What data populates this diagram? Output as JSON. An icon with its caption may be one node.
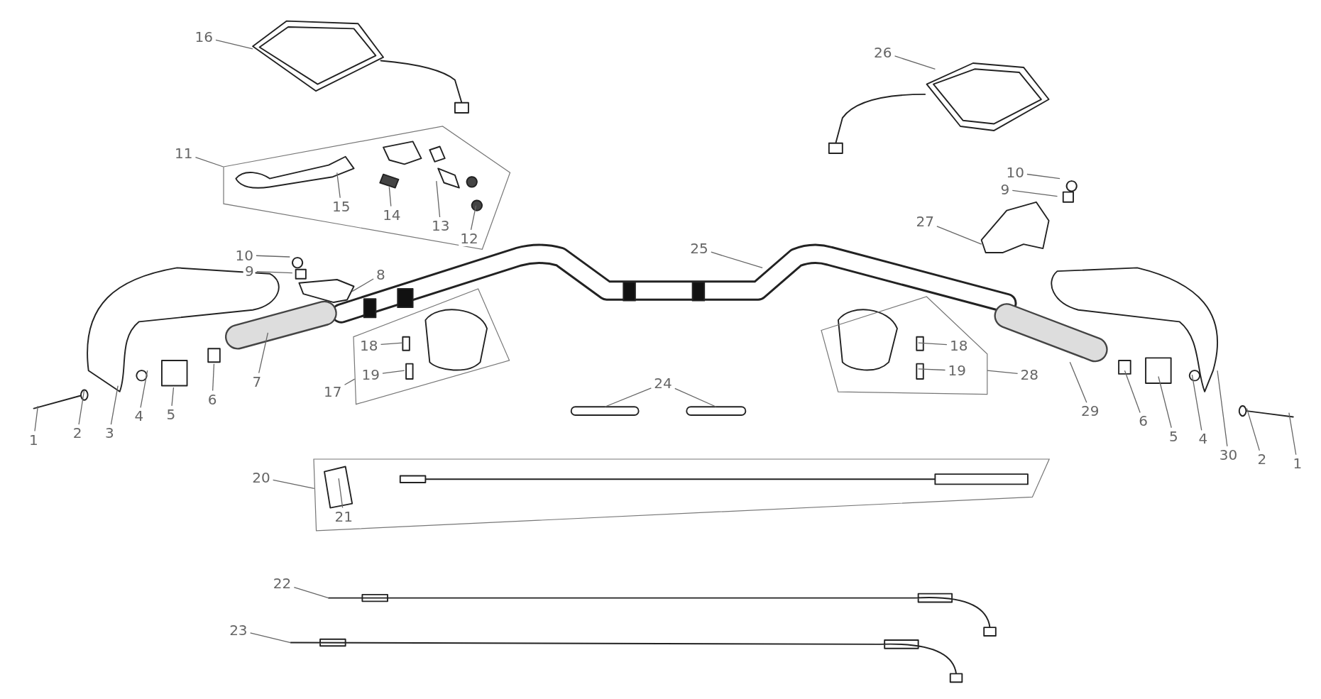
{
  "diagram": {
    "nodes": [
      {
        "text": [
          "16"
        ]
      },
      {
        "text": [
          "26"
        ]
      },
      {
        "text": [],
        "shape": "box"
      },
      {
        "text": [
          "11"
        ]
      },
      {
        "text": [
          "15"
        ],
        "in": 2
      },
      {
        "text": [
          "14"
        ],
        "in": 2
      },
      {
        "text": [
          "13"
        ],
        "in": 2
      },
      {
        "text": [
          "12"
        ],
        "in": 2
      },
      {
        "text": [
          "10"
        ]
      },
      {
        "text": [
          "9"
        ]
      },
      {
        "text": [
          "27"
        ]
      },
      {
        "text": [
          "10"
        ]
      },
      {
        "text": [
          "9"
        ]
      },
      {
        "text": [
          "25"
        ]
      },
      {
        "text": [
          "8"
        ]
      },
      {
        "text": [],
        "shape": "box"
      },
      {
        "text": [
          "18"
        ],
        "in": 15
      },
      {
        "text": [
          "19"
        ],
        "in": 15
      },
      {
        "text": [],
        "shape": "box"
      },
      {
        "text": [
          "18"
        ],
        "in": 18
      },
      {
        "text": [
          "19"
        ],
        "in": 18
      },
      {
        "text": [
          "17"
        ]
      },
      {
        "text": [
          "28"
        ]
      },
      {
        "text": [
          "7"
        ]
      },
      {
        "text": [
          "6"
        ]
      },
      {
        "text": [
          "5"
        ]
      },
      {
        "text": [
          "4"
        ]
      },
      {
        "text": [
          "3"
        ]
      },
      {
        "text": [
          "2"
        ]
      },
      {
        "text": [
          "1"
        ]
      },
      {
        "text": [
          "24"
        ]
      },
      {
        "text": [
          "29"
        ]
      },
      {
        "text": [
          "6"
        ]
      },
      {
        "text": [
          "5"
        ]
      },
      {
        "text": [
          "4"
        ]
      },
      {
        "text": [
          "30"
        ]
      },
      {
        "text": [
          "2"
        ]
      },
      {
        "text": [
          "1"
        ]
      },
      {
        "text": [],
        "shape": "box"
      },
      {
        "text": [
          "20"
        ]
      },
      {
        "text": [
          "21"
        ],
        "in": 38
      },
      {
        "text": [
          "22"
        ]
      },
      {
        "text": [
          "23"
        ]
      }
    ],
    "edges": [
      {
        "from": 0,
        "to": null,
        "arrow": "none"
      },
      {
        "from": 1,
        "to": null,
        "arrow": "none"
      },
      {
        "from": 3,
        "to": 2,
        "arrow": "none"
      },
      {
        "from": 4,
        "to": null,
        "arrow": "none"
      },
      {
        "from": 5,
        "to": null,
        "arrow": "none"
      },
      {
        "from": 6,
        "to": null,
        "arrow": "none"
      },
      {
        "from": 7,
        "to": null,
        "arrow": "none"
      },
      {
        "from": 8,
        "to": null,
        "arrow": "none"
      },
      {
        "from": 9,
        "to": null,
        "arrow": "none"
      },
      {
        "from": 10,
        "to": null,
        "arrow": "none"
      },
      {
        "from": 11,
        "to": null,
        "arrow": "none"
      },
      {
        "from": 12,
        "to": null,
        "arrow": "none"
      },
      {
        "from": 13,
        "to": null,
        "arrow": "none"
      },
      {
        "from": 14,
        "to": null,
        "arrow": "none"
      },
      {
        "from": 16,
        "to": null,
        "arrow": "none"
      },
      {
        "from": 17,
        "to": null,
        "arrow": "none"
      },
      {
        "from": 19,
        "to": null,
        "arrow": "none"
      },
      {
        "from": 20,
        "to": null,
        "arrow": "none"
      },
      {
        "from": 21,
        "to": 15,
        "arrow": "none"
      },
      {
        "from": 22,
        "to": 18,
        "arrow": "none"
      },
      {
        "from": 23,
        "to": null,
        "arrow": "none"
      },
      {
        "from": 24,
        "to": null,
        "arrow": "none"
      },
      {
        "from": 25,
        "to": null,
        "arrow": "none"
      },
      {
        "from": 26,
        "to": null,
        "arrow": "none"
      },
      {
        "from": 27,
        "to": null,
        "arrow": "none"
      },
      {
        "from": 28,
        "to": null,
        "arrow": "none"
      },
      {
        "from": 29,
        "to": null,
        "arrow": "none"
      },
      {
        "from": 30,
        "to": null,
        "arrow": "none"
      },
      {
        "from": 30,
        "to": null,
        "arrow": "none"
      },
      {
        "from": 31,
        "to": null,
        "arrow": "none"
      },
      {
        "from": 32,
        "to": null,
        "arrow": "none"
      },
      {
        "from": 33,
        "to": null,
        "arrow": "none"
      },
      {
        "from": 34,
        "to": null,
        "arrow": "none"
      },
      {
        "from": 35,
        "to": null,
        "arrow": "none"
      },
      {
        "from": 36,
        "to": null,
        "arrow": "none"
      },
      {
        "from": 37,
        "to": null,
        "arrow": "none"
      },
      {
        "from": 39,
        "to": 38,
        "arrow": "none"
      },
      {
        "from": 40,
        "to": null,
        "arrow": "none"
      },
      {
        "from": 41,
        "to": null,
        "arrow": "none"
      },
      {
        "from": 42,
        "to": null,
        "arrow": "none"
      }
    ]
  }
}
